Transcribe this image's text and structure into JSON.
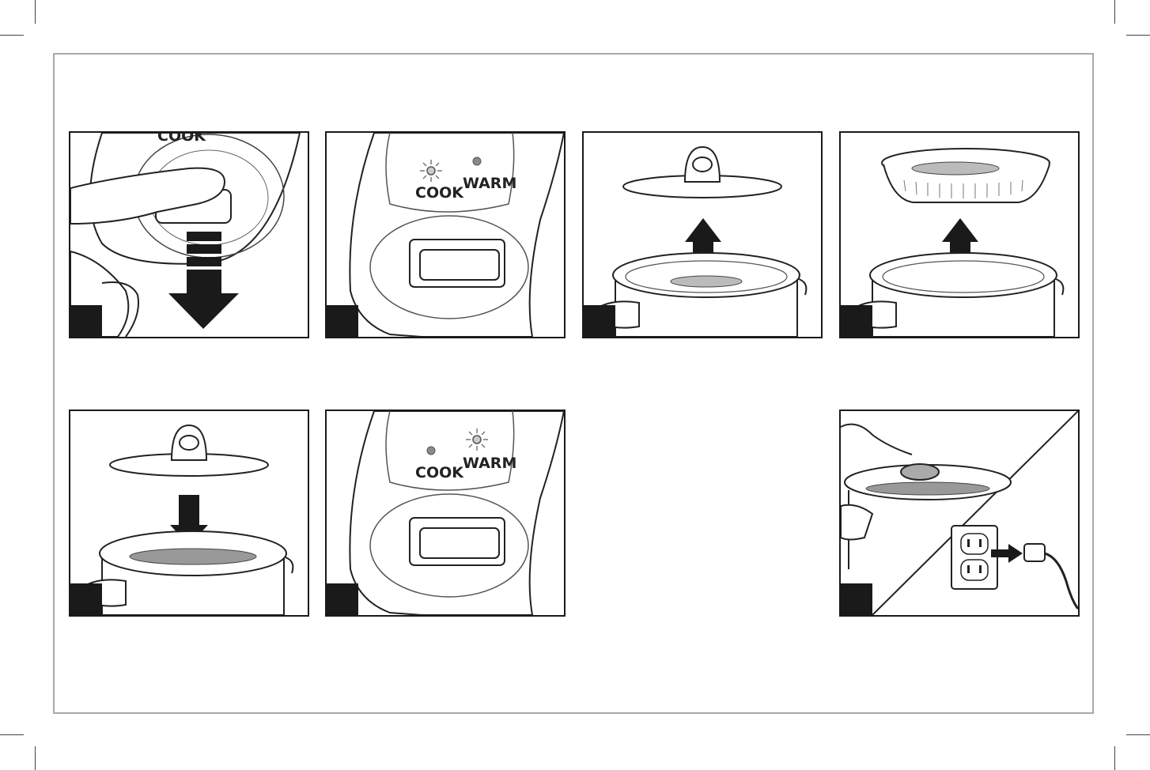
{
  "document": {
    "type": "instruction-illustrations",
    "panels": [
      {
        "id": 1,
        "depicts": "press-switch-down",
        "label_top": "COOK"
      },
      {
        "id": 2,
        "depicts": "cook-light-on",
        "label_left": "COOK",
        "label_right": "WARM"
      },
      {
        "id": 3,
        "depicts": "remove-lid-steamer-inside"
      },
      {
        "id": 4,
        "depicts": "remove-steamer-basket"
      },
      {
        "id": 5,
        "depicts": "place-lid-on-rice"
      },
      {
        "id": 6,
        "depicts": "warm-light-on",
        "label_left": "COOK",
        "label_right": "WARM"
      },
      {
        "id": 7,
        "depicts": "serve-and-unplug"
      }
    ],
    "colors": {
      "ink": "#1a1a1a",
      "frame": "#a9a9a9",
      "indicator": "#8a8a8a"
    }
  }
}
